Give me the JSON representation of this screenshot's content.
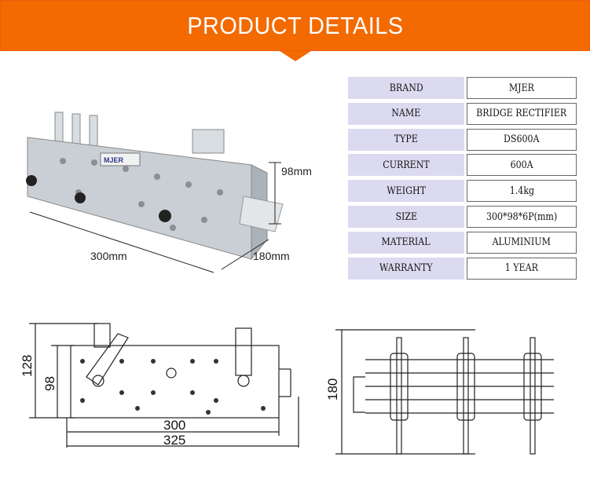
{
  "banner": {
    "title": "PRODUCT DETAILS",
    "color": "#f26a00"
  },
  "specs": [
    {
      "label": "BRAND",
      "value": "MJER"
    },
    {
      "label": "NAME",
      "value": "BRIDGE RECTIFIER"
    },
    {
      "label": "TYPE",
      "value": "DS600A"
    },
    {
      "label": "CURRENT",
      "value": "600A"
    },
    {
      "label": "WEIGHT",
      "value": "1.4kg"
    },
    {
      "label": "SIZE",
      "value": "300*98*6P(mm)"
    },
    {
      "label": "MATERIAL",
      "value": "ALUMINIUM"
    },
    {
      "label": "WARRANTY",
      "value": "1 YEAR"
    }
  ],
  "photo_dims": {
    "height": "98mm",
    "length": "300mm",
    "depth": "180mm",
    "label_brand": "MJER"
  },
  "front_drawing": {
    "h_outer": "128",
    "h_inner": "98",
    "w_inner": "300",
    "w_outer": "325"
  },
  "side_drawing": {
    "height": "180"
  }
}
